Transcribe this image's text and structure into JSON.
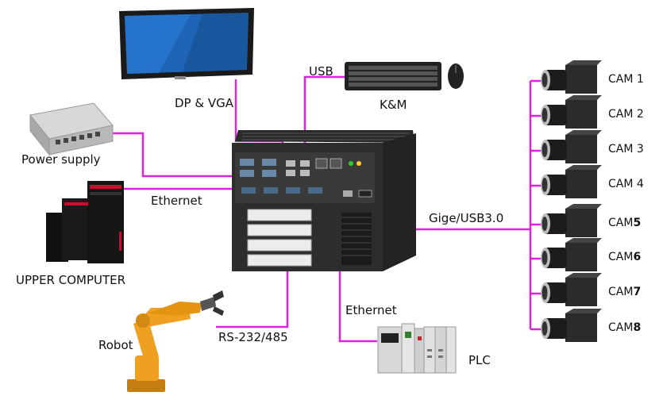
{
  "labels": {
    "monitor": "DP & VGA",
    "usb": "USB",
    "keyboard_mouse": "K&M",
    "power": "Power supply",
    "ethernet_top": "Ethernet",
    "upper_computer": "UPPER COMPUTER",
    "gige": "Gige/USB3.0",
    "ethernet_bottom": "Ethernet",
    "robot": "Robot",
    "serial": "RS-232/485",
    "plc": "PLC"
  },
  "cameras": [
    {
      "prefix": "CAM ",
      "num": "1",
      "bold": false
    },
    {
      "prefix": "CAM ",
      "num": "2",
      "bold": false
    },
    {
      "prefix": "CAM ",
      "num": "3",
      "bold": false
    },
    {
      "prefix": "CAM ",
      "num": "4",
      "bold": false
    },
    {
      "prefix": "CAM",
      "num": "5",
      "bold": true
    },
    {
      "prefix": "CAM",
      "num": "6",
      "bold": true
    },
    {
      "prefix": "CAM",
      "num": "7",
      "bold": true
    },
    {
      "prefix": "CAM",
      "num": "8",
      "bold": true
    }
  ],
  "colors": {
    "connector": "#dd22dd",
    "device_dark": "#2a2a2a",
    "robot": "#f0a020",
    "lenovo_red": "#c8102e"
  },
  "icons": [
    "monitor-icon",
    "keyboard-icon",
    "mouse-icon",
    "power-supply-icon",
    "desktop-pc-icon",
    "industrial-pc-icon",
    "camera-icon",
    "robot-arm-icon",
    "plc-icon"
  ]
}
